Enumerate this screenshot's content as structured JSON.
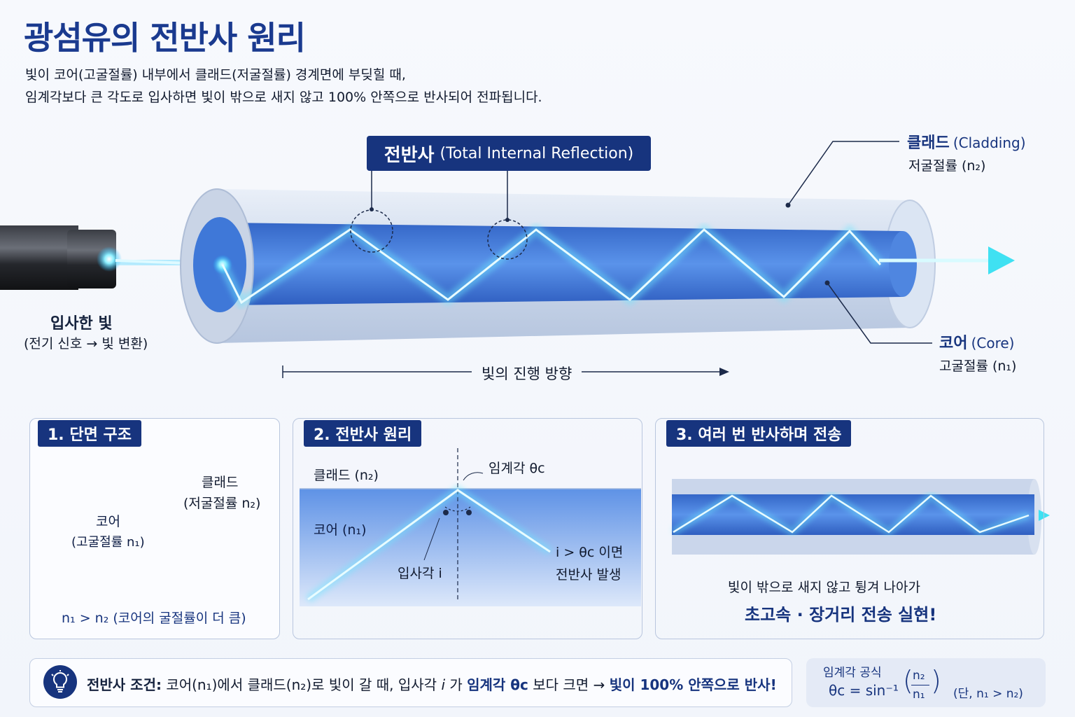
{
  "header": {
    "title": "광섬유의 전반사 원리",
    "line1": "빛이 코어(고굴절률) 내부에서 클래드(저굴절률) 경계면에 부딪힐 때,",
    "line2": "임계각보다 큰 각도로 입사하면 빛이 밖으로 새지 않고 100% 안쪽으로 반사되어 전파됩니다."
  },
  "main_diagram": {
    "tir_badge": {
      "ko": "전반사",
      "en": "(Total Internal Reflection)"
    },
    "cladding": {
      "title": "클래드",
      "title_en": "(Cladding)",
      "sub": "저굴절률 (n₂)"
    },
    "core": {
      "title": "코어",
      "title_en": "(Core)",
      "sub": "고굴절률 (n₁)"
    },
    "input": {
      "title": "입사한 빛",
      "sub": "(전기 신호 → 빛 변환)"
    },
    "direction": "빛의 진행 방향"
  },
  "panel1": {
    "tag": "1. 단면 구조",
    "cladding_label": "클래드",
    "cladding_sub": "(저굴절률 n₂)",
    "core_label": "코어",
    "core_sub": "(고굴절률 n₁)",
    "note": "n₁ > n₂ (코어의 굴절률이 더 큼)"
  },
  "panel2": {
    "tag": "2. 전반사 원리",
    "cladding": "클래드 (n₂)",
    "core": "코어 (n₁)",
    "critical": "임계각 θc",
    "incident": "입사각 i",
    "cond1": "i > θc 이면",
    "cond2": "전반사 발생"
  },
  "panel3": {
    "tag": "3. 여러 번 반사하며 전송",
    "line1": "빛이 밖으로 새지 않고 튕겨 나아가",
    "line2": "초고속 · 장거리 전송 실현!"
  },
  "bottom": {
    "cond_label": "전반사 조건:",
    "cond_a": "코어(n₁)에서 클래드(n₂)로 빛이 갈 때, 입사각",
    "cond_i": "i",
    "cond_b": "가",
    "cond_c": "임계각 θc",
    "cond_d": "보다 크면 →",
    "cond_e": "빛이 100% 안쪽으로 반사!",
    "formula_label": "임계각 공식",
    "formula_lhs": "θc = sin⁻¹",
    "formula_num": "n₂",
    "formula_den": "n₁",
    "formula_note": "(단, n₁ > n₂)"
  },
  "colors": {
    "navy": "#17347e",
    "core_blue": "#3f78d8",
    "cladding": "#cdd9ec",
    "light_ray": "#7fe8ff"
  },
  "icons": [
    "lightbulb-icon",
    "arrow-right-icon"
  ]
}
